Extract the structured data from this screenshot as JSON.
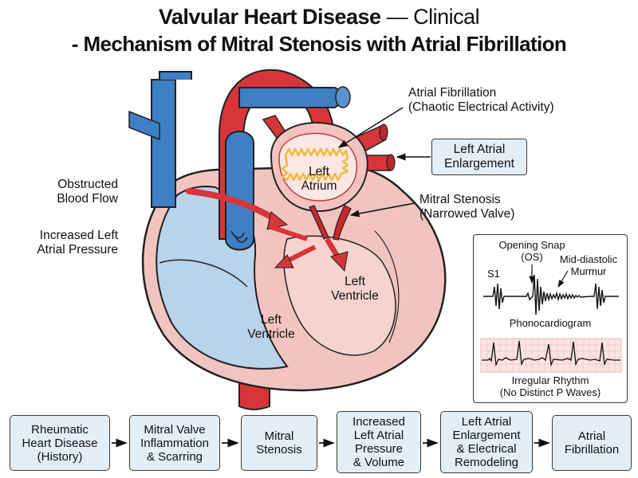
{
  "title": {
    "bold": "Valvular Heart Disease",
    "light": " — Clinical",
    "line2": "- Mechanism of Mitral Stenosis with Atrial Fibrillation"
  },
  "heart_labels": {
    "left_atrium": [
      "Left",
      "Atrium"
    ],
    "left_ventricle_inner": [
      "Left",
      "Ventricle"
    ],
    "left_ventricle_outer": [
      "Left",
      "Ventricle"
    ]
  },
  "callouts": {
    "atrial_fibrillation": [
      "Atrial Fibrillation",
      "(Chaotic Electrical Activity)"
    ],
    "left_atrial_enlargement": [
      "Left Atrial",
      "Enlargement"
    ],
    "mitral_stenosis": [
      "Mitral Stenosis",
      "(Narrowed Valve)"
    ],
    "obstructed_flow": [
      "Obstructed",
      "Blood Flow"
    ],
    "increased_pressure": [
      "Increased Left",
      "Atrial Pressure"
    ]
  },
  "phonocardiogram": {
    "s1": "S1",
    "opening_snap": [
      "Opening Snap",
      "(OS)"
    ],
    "murmur": [
      "Mid-diastolic",
      "Murmur"
    ],
    "caption": "Phonocardiogram"
  },
  "ecg": {
    "caption": [
      "Irregular Rhythm",
      "(No Distinct P Waves)"
    ]
  },
  "flow_steps": [
    [
      "Rheumatic",
      "Heart Disease",
      "(History)"
    ],
    [
      "Mitral Valve",
      "Inflammation",
      "& Scarring"
    ],
    [
      "Mitral",
      "Stenosis"
    ],
    [
      "Increased",
      "Left Atrial",
      "Pressure",
      "& Volume"
    ],
    [
      "Left Atrial",
      "Enlargement",
      "& Electrical",
      "Remodeling"
    ],
    [
      "Atrial",
      "Fibrillation"
    ]
  ],
  "colors": {
    "artery_red": "#d8353a",
    "vein_blue": "#3f7fc4",
    "chamber_blue": "#b9d3ea",
    "chamber_pink": "#f2c4c0",
    "box_fill": "#e4eef7",
    "fibrillation_yellow": "#f2b93b"
  }
}
